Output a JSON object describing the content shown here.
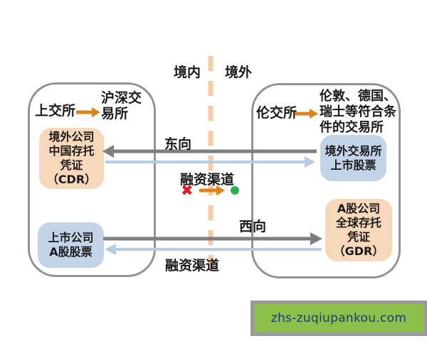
{
  "regions": {
    "domestic_label": "境内",
    "overseas_label": "境外"
  },
  "domestic_panel": {
    "exchange_label": "上交所",
    "exchange_group_label": "沪深交\n易所",
    "cdr_box_label": "境外公司\n中国存托\n凭证\n（CDR）",
    "ashare_box_label": "上市公司\nA股股票"
  },
  "overseas_panel": {
    "exchange_label": "伦交所",
    "exchange_group_label": "伦敦、德国、\n瑞士等符合条\n件的交易所",
    "listed_stock_box_label": "境外交易所\n上市股票",
    "gdr_box_label": "A股公司\n全球存托\n凭证\n（GDR）"
  },
  "flows": {
    "eastbound_label": "东向",
    "westbound_label": "西向",
    "financing_channel_middle_label": "融资渠道",
    "financing_channel_bottom_label": "融资渠道"
  },
  "icons": {
    "cross_mark": "✖"
  },
  "colors": {
    "accent_orange": "#e2821a",
    "gray_arrow": "#7f7f7f",
    "light_blue_arrow": "#b6cbe5",
    "peach_fill": "#f8d8ba",
    "blue_fill": "#c3d4e8",
    "box_border": "#939393",
    "divider_dash": "#f5cba6",
    "cross_red": "#dd1c1c",
    "ring_green": "#27b24b"
  },
  "watermark": {
    "text": "zhs-zuqiupankou.com",
    "background": "#8cc04b",
    "text_color": "#1e3a70"
  }
}
